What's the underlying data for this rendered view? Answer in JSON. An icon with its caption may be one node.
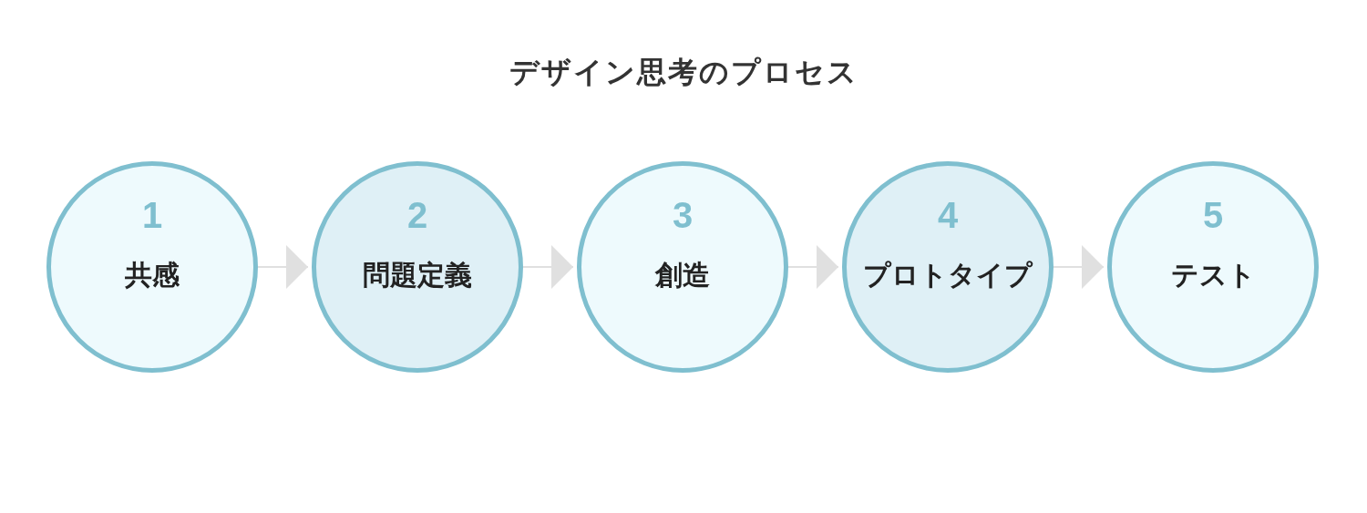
{
  "diagram": {
    "title": "デザイン思考のプロセス",
    "nodes": [
      {
        "text": [
          "1",
          "共感"
        ]
      },
      {
        "text": [
          "2",
          "問題定義"
        ]
      },
      {
        "text": [
          "3",
          "創造"
        ]
      },
      {
        "text": [
          "4",
          "プロトタイプ"
        ]
      },
      {
        "text": [
          "5",
          "テスト"
        ]
      }
    ],
    "edges": [
      {
        "from": 0,
        "to": 1,
        "arrow": "to"
      },
      {
        "from": 1,
        "to": 2,
        "arrow": "to"
      },
      {
        "from": 2,
        "to": 3,
        "arrow": "to"
      },
      {
        "from": 3,
        "to": 4,
        "arrow": "to"
      }
    ]
  }
}
